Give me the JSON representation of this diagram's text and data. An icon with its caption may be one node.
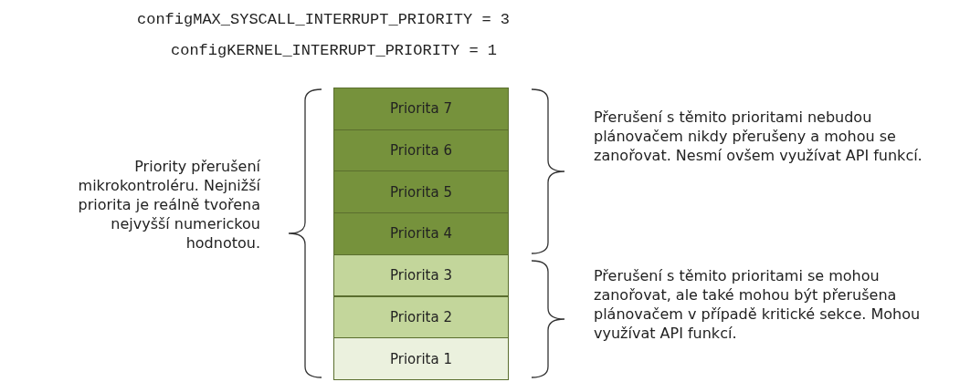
{
  "diagram": {
    "nodes": [
      {
        "text": [
          "Priorita 7"
        ]
      },
      {
        "text": [
          "Priorita 6"
        ]
      },
      {
        "text": [
          "Priorita 5"
        ]
      },
      {
        "text": [
          "Priorita 4"
        ]
      },
      {
        "text": [
          "Priorita 3"
        ]
      },
      {
        "text": [
          "Priorita 2"
        ]
      },
      {
        "text": [
          "Priorita 1"
        ]
      }
    ],
    "edges": [],
    "labels": [
      "configMAX_SYSCALL_INTERRUPT_PRIORITY = 3",
      "configKERNEL_INTERRUPT_PRIORITY = 1",
      "Priority přerušení mikrokontroléru. Nejnižší priorita je reálně tvořena nejvyšší numerickou hodnotou.",
      "Přerušení s těmito prioritami nebudou plánovačem nikdy přerušeny a mohou se zanořovat. Nesmí ovšem využívat API funkcí.",
      "Přerušení s těmito prioritami se mohou zanořovat, ale také mohou být přerušena plánovačem v případě kritické sekce. Mohou využívat API funkcí."
    ]
  }
}
